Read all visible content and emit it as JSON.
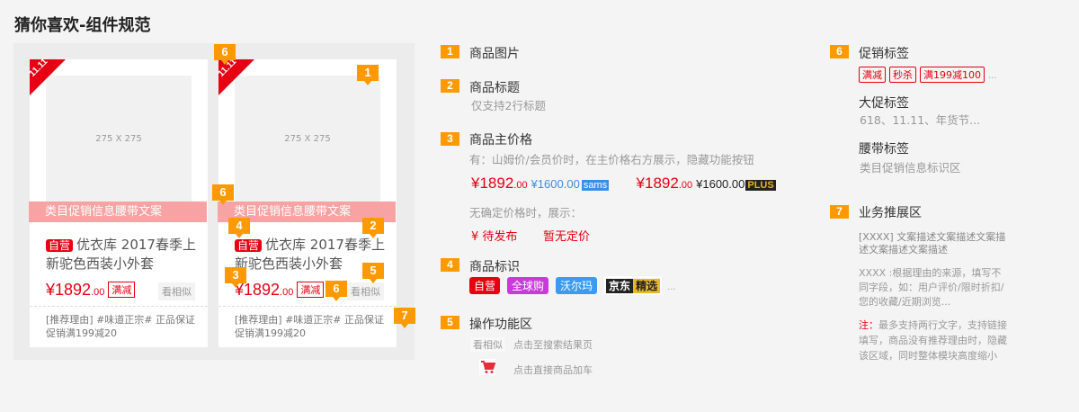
{
  "title": "猜你喜欢-组件规范",
  "card": {
    "corner": "11.11",
    "image_size": "275 X 275",
    "belt": "类目促销信息腰带文案",
    "self_badge": "自营",
    "title": "优衣库 2017春季上新驼色西装小外套",
    "price_currency": "¥",
    "price_int": "1892",
    "price_dec": ".00",
    "promo": "满减",
    "similar": "看相似",
    "reason": "[推荐理由] #味道正宗# 正品保证 促销满199减20"
  },
  "markers": [
    "1",
    "2",
    "3",
    "4",
    "5",
    "6",
    "7"
  ],
  "colors": {
    "accent": "#ff9900",
    "red": "#e60012",
    "belt": "#f8a3a3"
  },
  "sections": {
    "s1": {
      "num": "1",
      "title": "商品图片"
    },
    "s2": {
      "num": "2",
      "title": "商品标题",
      "desc": "仅支持2行标题"
    },
    "s3": {
      "num": "3",
      "title": "商品主价格",
      "desc": "有：山姆价/会员价时，在主价格右方展示，隐藏功能按钮",
      "p1": "¥1892",
      "p1d": ".00",
      "sams_price": "¥1600.00",
      "sams": "sams",
      "p2": "¥1892",
      "p2d": ".00",
      "plus_price": "¥1600.00",
      "plus": "PLUS",
      "desc2": "无确定价格时，展示：",
      "pending": "¥ 待发布",
      "noprice": "暂无定价"
    },
    "s4": {
      "num": "4",
      "title": "商品标识",
      "tags": [
        "自营",
        "全球购",
        "沃尔玛"
      ],
      "jd": "京东",
      "jx": "精选",
      "more": "..."
    },
    "s5": {
      "num": "5",
      "title": "操作功能区",
      "similar": "看相似",
      "similar_desc": "点击至搜索结果页",
      "cart_desc": "点击直接商品加车"
    },
    "s6": {
      "num": "6",
      "title": "促销标签",
      "tags": [
        "满减",
        "秒杀",
        "满199减100"
      ],
      "more": "...",
      "big_title": "大促标签",
      "big_desc": "618、11.11、年货节...",
      "belt_title": "腰带标签",
      "belt_desc": "类目促销信息标识区"
    },
    "s7": {
      "num": "7",
      "title": "业务推展区",
      "desc1": "[XXXX] 文案描述文案描述文案描述文案描述文案描述",
      "desc2": "XXXX :根据理由的来源，填写不同字段，如：用户评价/限时折扣/您的收藏/近期浏览...",
      "note_label": "注：",
      "note": "最多支持两行文字，支持链接填写，商品没有推荐理由时，隐藏该区域，同时整体模块高度缩小"
    }
  }
}
